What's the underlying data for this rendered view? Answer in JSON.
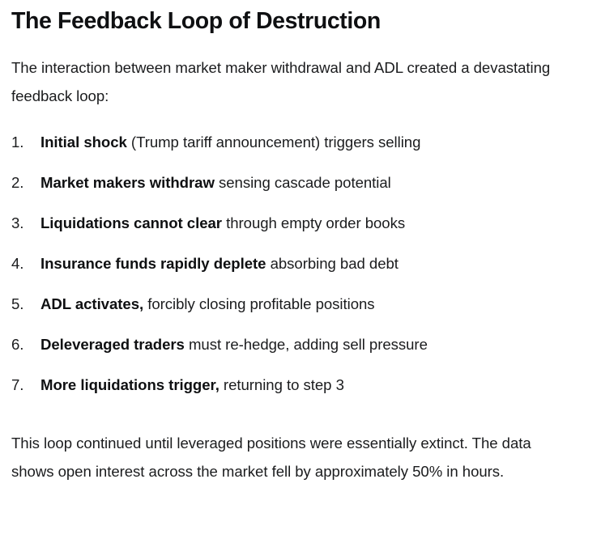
{
  "document": {
    "title": "The Feedback Loop of Destruction",
    "intro_paragraph": "The interaction between market maker withdrawal and ADL created a devastating feedback loop:",
    "closing_paragraph": "This loop continued until leveraged positions were essentially extinct. The data shows open interest across the market fell by approximately 50% in hours.",
    "steps": [
      {
        "number": "1.",
        "lead": "Initial shock",
        "rest": " (Trump tariff announcement) triggers selling"
      },
      {
        "number": "2.",
        "lead": "Market makers withdraw",
        "rest": " sensing cascade potential"
      },
      {
        "number": "3.",
        "lead": "Liquidations cannot clear",
        "rest": " through empty order books"
      },
      {
        "number": "4.",
        "lead": "Insurance funds rapidly deplete",
        "rest": " absorbing bad debt"
      },
      {
        "number": "5.",
        "lead": "ADL activates,",
        "rest": " forcibly closing profitable positions"
      },
      {
        "number": "6.",
        "lead": "Deleveraged traders",
        "rest": " must re-hedge, adding sell pressure"
      },
      {
        "number": "7.",
        "lead": "More liquidations trigger,",
        "rest": " returning to step 3"
      }
    ]
  },
  "colors": {
    "background": "#ffffff",
    "heading": "#0f1012",
    "body_text": "#1b1c1e"
  }
}
